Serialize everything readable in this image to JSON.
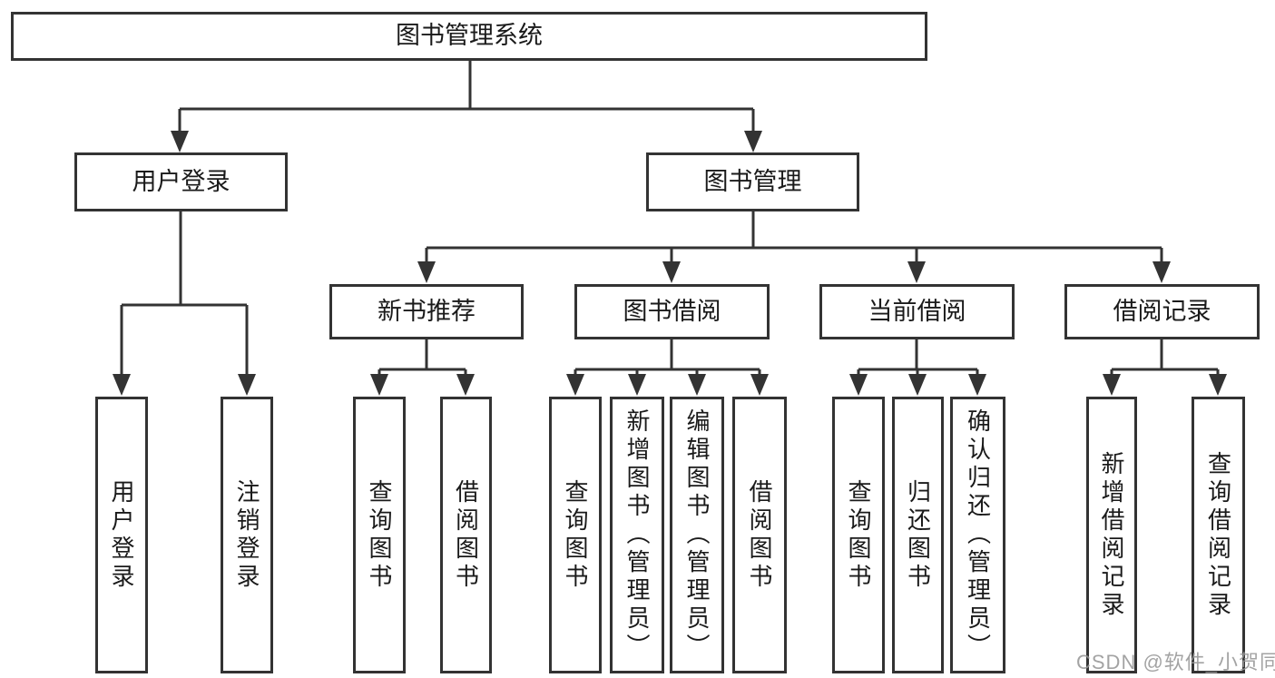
{
  "watermark": "CSDN @软件_小贺同学",
  "colors": {
    "line": "#333333",
    "border": "#333333",
    "text": "#1a1a1a",
    "box_bg": "#ffffff",
    "watermark": "#969696"
  },
  "nodes": {
    "root": {
      "label": "图书管理系统"
    },
    "user_login": {
      "label": "用户登录"
    },
    "book_mgmt": {
      "label": "图书管理"
    },
    "new_books": {
      "label": "新书推荐"
    },
    "book_borrow": {
      "label": "图书借阅"
    },
    "current_borrow": {
      "label": "当前借阅"
    },
    "borrow_records": {
      "label": "借阅记录"
    },
    "ul_login": {
      "label": "用户登录"
    },
    "ul_logout": {
      "label": "注销登录"
    },
    "nb_query": {
      "label": "查询图书"
    },
    "nb_borrow": {
      "label": "借阅图书"
    },
    "bb_query": {
      "label": "查询图书"
    },
    "bb_add": {
      "label": "新增图书（管理员）"
    },
    "bb_edit": {
      "label": "编辑图书（管理员）"
    },
    "bb_borrow": {
      "label": "借阅图书"
    },
    "cb_query": {
      "label": "查询图书"
    },
    "cb_return": {
      "label": "归还图书"
    },
    "cb_confirm": {
      "label": "确认归还（管理员）"
    },
    "br_add": {
      "label": "新增借阅记录"
    },
    "br_query": {
      "label": "查询借阅记录"
    }
  },
  "edges": [
    [
      "图书管理系统",
      "用户登录"
    ],
    [
      "图书管理系统",
      "图书管理"
    ],
    [
      "用户登录",
      "用户登录"
    ],
    [
      "用户登录",
      "注销登录"
    ],
    [
      "图书管理",
      "新书推荐"
    ],
    [
      "图书管理",
      "图书借阅"
    ],
    [
      "图书管理",
      "当前借阅"
    ],
    [
      "图书管理",
      "借阅记录"
    ],
    [
      "新书推荐",
      "查询图书"
    ],
    [
      "新书推荐",
      "借阅图书"
    ],
    [
      "图书借阅",
      "查询图书"
    ],
    [
      "图书借阅",
      "新增图书（管理员）"
    ],
    [
      "图书借阅",
      "编辑图书（管理员）"
    ],
    [
      "图书借阅",
      "借阅图书"
    ],
    [
      "当前借阅",
      "查询图书"
    ],
    [
      "当前借阅",
      "归还图书"
    ],
    [
      "当前借阅",
      "确认归还（管理员）"
    ],
    [
      "借阅记录",
      "新增借阅记录"
    ],
    [
      "借阅记录",
      "查询借阅记录"
    ]
  ]
}
